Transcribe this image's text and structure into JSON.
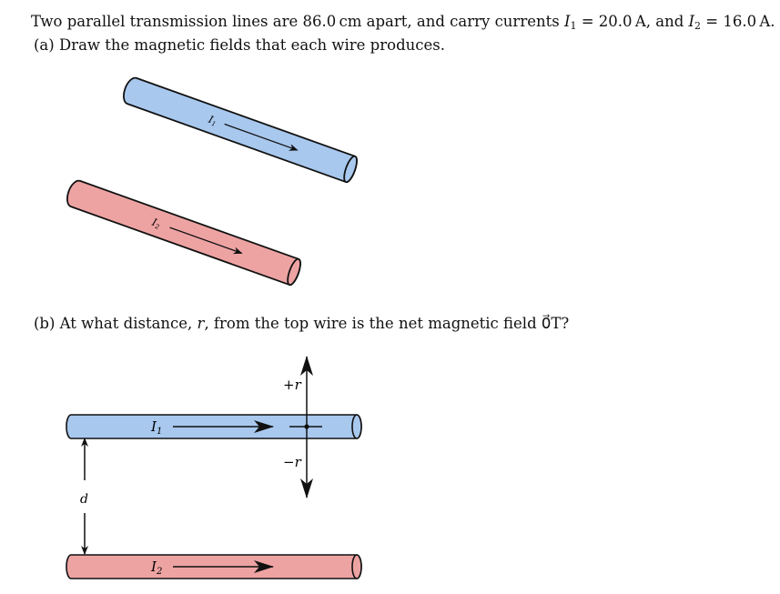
{
  "problem": {
    "intro": {
      "prefix": "Two parallel transmission lines are 86.0 cm apart, and carry currents ",
      "var1": "I",
      "sub1": "1",
      "eq1": " = 20.0 A, and ",
      "var2": "I",
      "sub2": "2",
      "eq2": " = 16.0 A."
    },
    "part_a": "(a) Draw the magnetic fields that each wire produces.",
    "part_b": {
      "prefix": "(b) At what distance, ",
      "var": "r",
      "suffix": ", from the top wire is the net magnetic field 0⃗T?"
    }
  },
  "figure_a": {
    "wire1_label": "I1",
    "wire2_label": "I2"
  },
  "figure_b": {
    "wire1_label": "I1",
    "wire2_label": "I2",
    "plus_r": "+r",
    "minus_r": "−r",
    "distance_label": "d"
  },
  "colors": {
    "wire1_fill": "#a8c8ee",
    "wire2_fill": "#eea3a3",
    "outline": "#111111"
  }
}
